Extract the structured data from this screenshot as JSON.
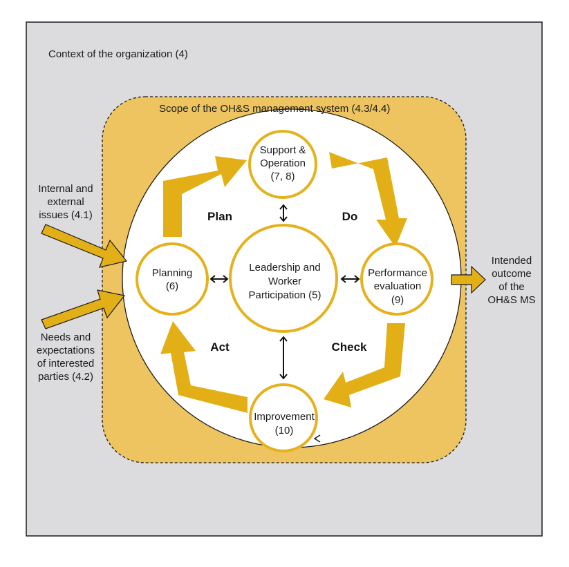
{
  "context": {
    "label": "Context of the organization (4)"
  },
  "scope": {
    "label": "Scope of the OH&S management system (4.3/4.4)"
  },
  "nodes": {
    "support": {
      "line1": "Support &",
      "line2": "Operation",
      "line3": "(7, 8)"
    },
    "planning": {
      "line1": "Planning",
      "line2": "(6)"
    },
    "leadership": {
      "line1": "Leadership and",
      "line2": "Worker",
      "line3": "Participation (5)"
    },
    "performance": {
      "line1": "Performance",
      "line2": "evaluation",
      "line3": "(9)"
    },
    "improvement": {
      "line1": "Improvement",
      "line2": "(10)"
    }
  },
  "cycle": {
    "plan": "Plan",
    "do": "Do",
    "check": "Check",
    "act": "Act"
  },
  "inputs": {
    "internal": {
      "line1": "Internal and",
      "line2": "external",
      "line3": "issues (4.1)"
    },
    "needs": {
      "line1": "Needs and",
      "line2": "expectations",
      "line3": "of interested",
      "line4": "parties (4.2)"
    }
  },
  "output": {
    "line1": "Intended",
    "line2": "outcome",
    "line3": "of the",
    "line4": "OH&S MS"
  },
  "colors": {
    "gold": "#E5B21E",
    "scope_fill": "#EEC460",
    "context_fill": "#DCDCDE",
    "arrow": "#E3AF16"
  }
}
